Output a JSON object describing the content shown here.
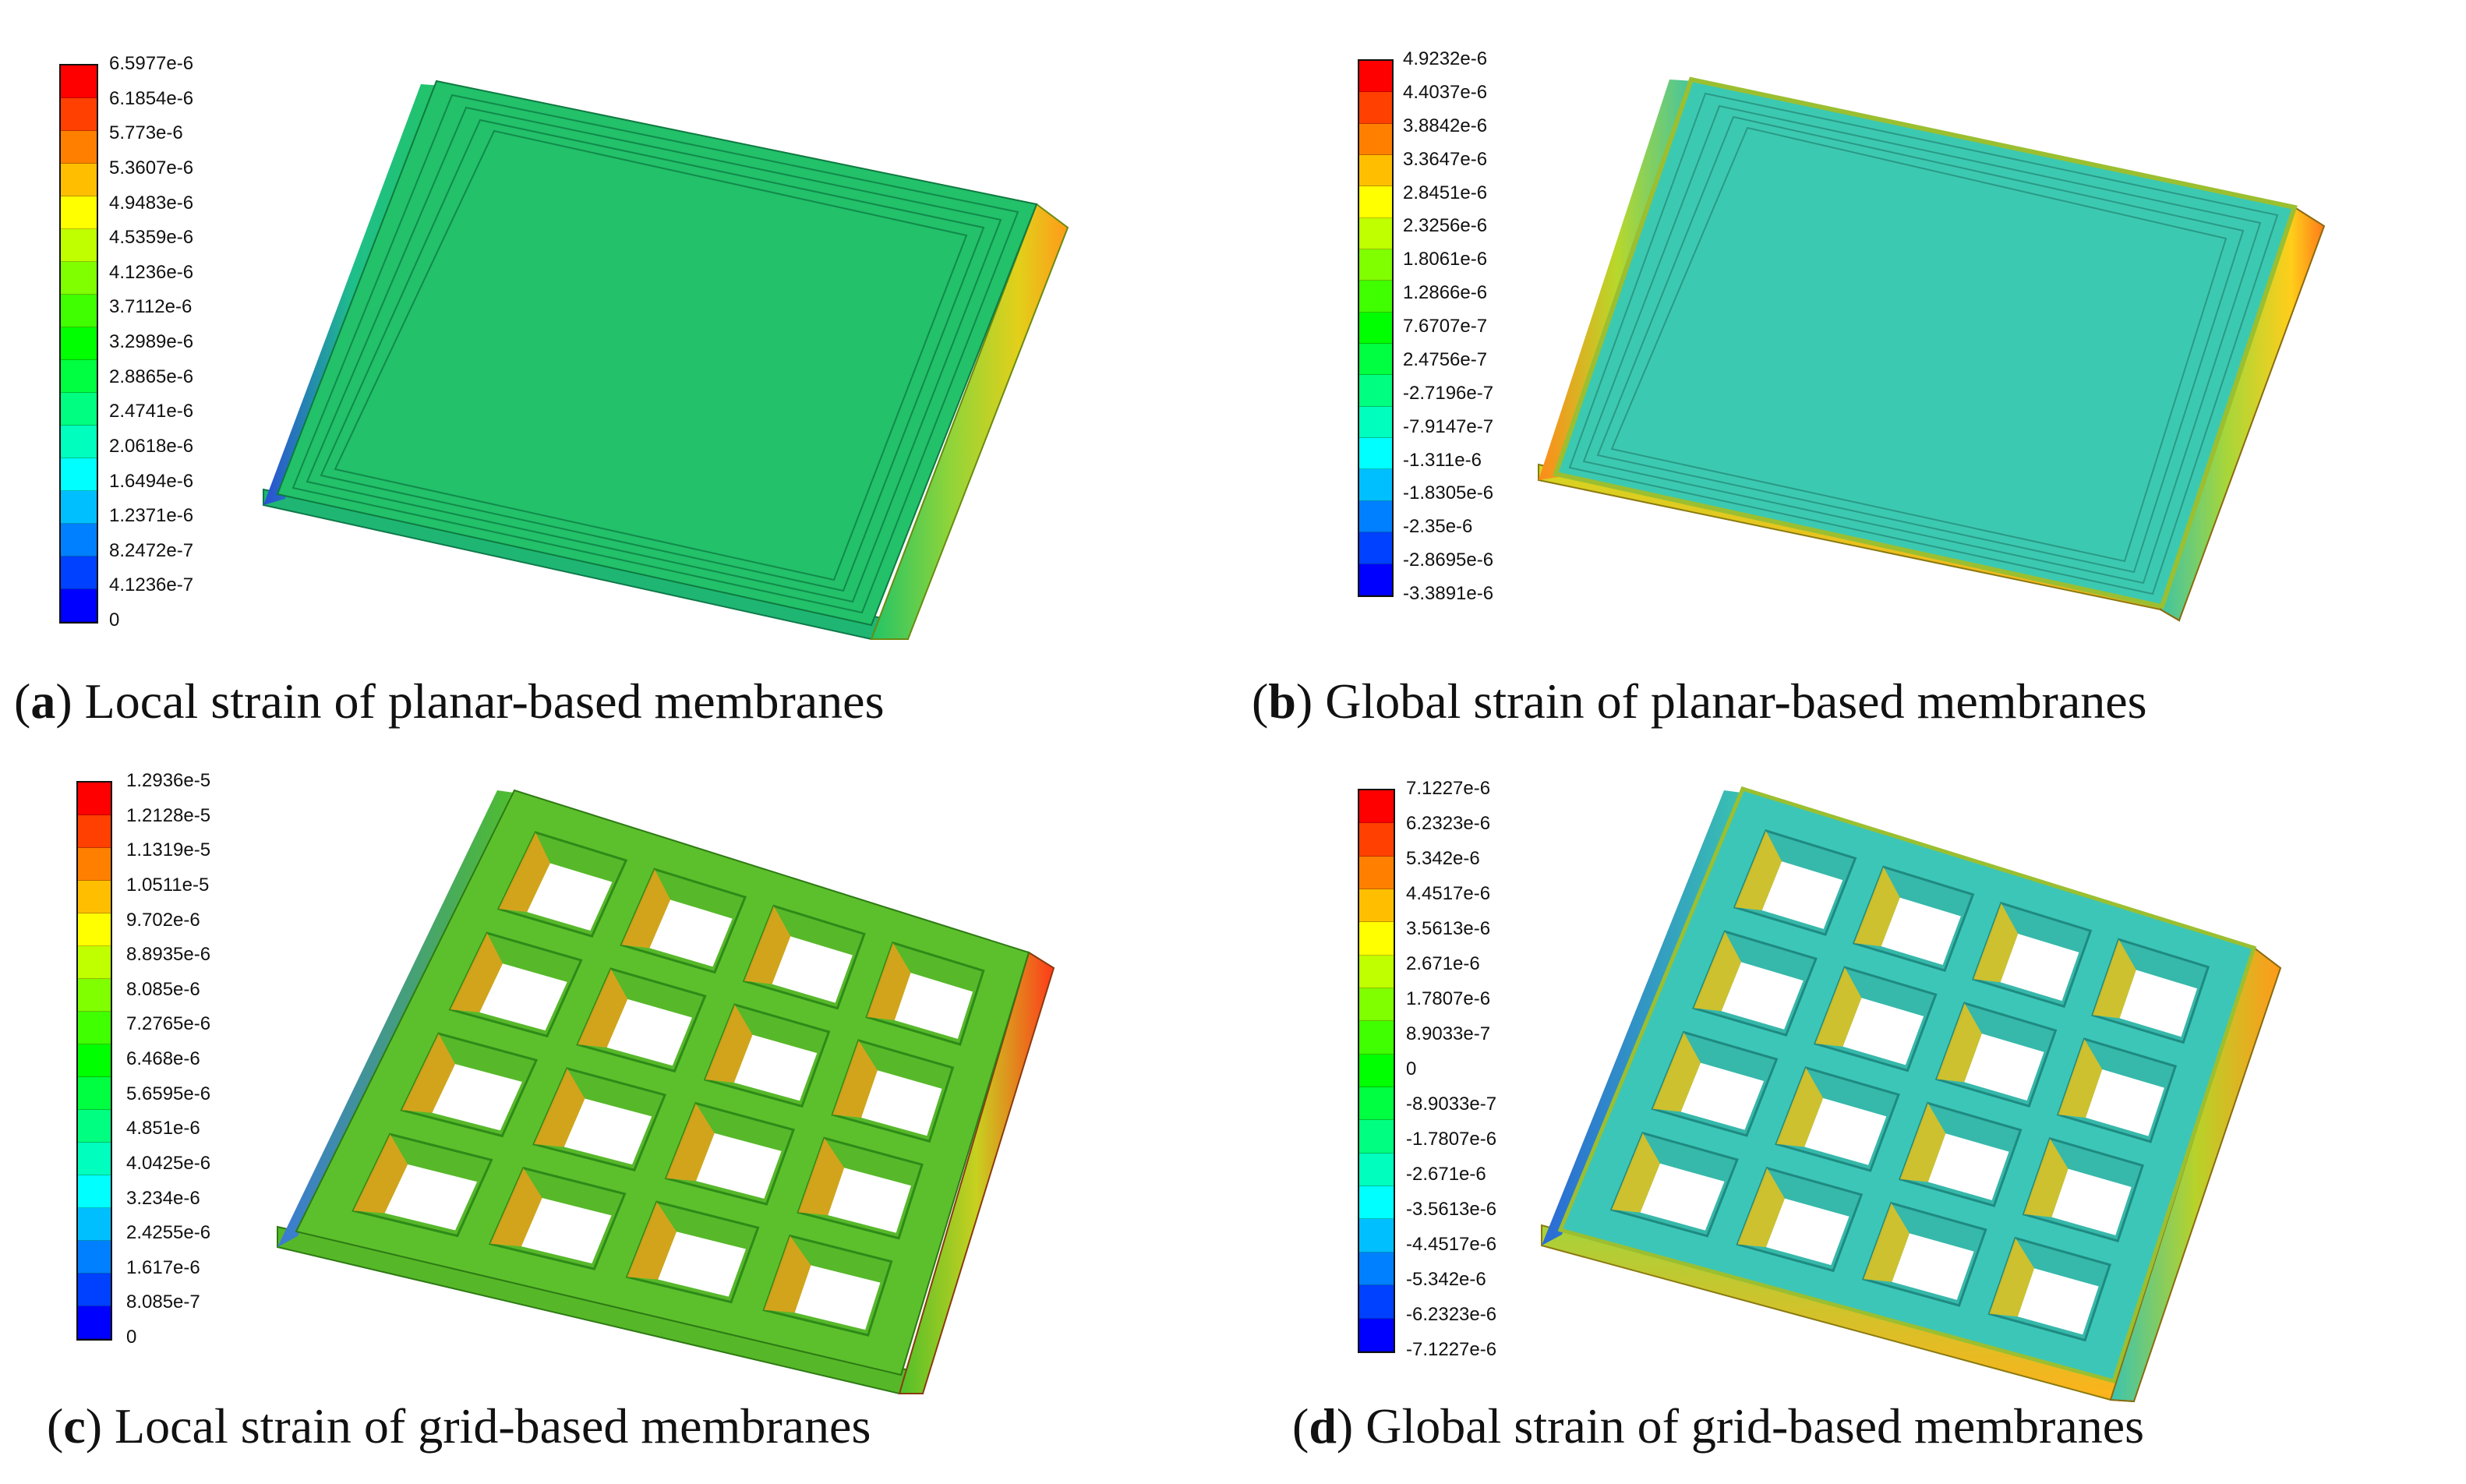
{
  "panels": [
    {
      "id": "a",
      "letter": "a",
      "caption": "Local strain of planar-based membranes",
      "legend": [
        "6.5977e-6",
        "6.1854e-6",
        "5.773e-6",
        "5.3607e-6",
        "4.9483e-6",
        "4.5359e-6",
        "4.1236e-6",
        "3.7112e-6",
        "3.2989e-6",
        "2.8865e-6",
        "2.4741e-6",
        "2.0618e-6",
        "1.6494e-6",
        "1.2371e-6",
        "8.2472e-7",
        "4.1236e-7",
        "0"
      ]
    },
    {
      "id": "b",
      "letter": "b",
      "caption": "Global strain of planar-based membranes",
      "legend": [
        "4.9232e-6",
        "4.4037e-6",
        "3.8842e-6",
        "3.3647e-6",
        "2.8451e-6",
        "2.3256e-6",
        "1.8061e-6",
        "1.2866e-6",
        "7.6707e-7",
        "2.4756e-7",
        "-2.7196e-7",
        "-7.9147e-7",
        "-1.311e-6",
        "-1.8305e-6",
        "-2.35e-6",
        "-2.8695e-6",
        "-3.3891e-6"
      ]
    },
    {
      "id": "c",
      "letter": "c",
      "caption": "Local strain of grid-based membranes",
      "legend": [
        "1.2936e-5",
        "1.2128e-5",
        "1.1319e-5",
        "1.0511e-5",
        "9.702e-6",
        "8.8935e-6",
        "8.085e-6",
        "7.2765e-6",
        "6.468e-6",
        "5.6595e-6",
        "4.851e-6",
        "4.0425e-6",
        "3.234e-6",
        "2.4255e-6",
        "1.617e-6",
        "8.085e-7",
        "0"
      ]
    },
    {
      "id": "d",
      "letter": "d",
      "caption": "Global strain of grid-based membranes",
      "legend": [
        "7.1227e-6",
        "6.2323e-6",
        "5.342e-6",
        "4.4517e-6",
        "3.5613e-6",
        "2.671e-6",
        "1.7807e-6",
        "8.9033e-7",
        "0",
        "-8.9033e-7",
        "-1.7807e-6",
        "-2.671e-6",
        "-3.5613e-6",
        "-4.4517e-6",
        "-5.342e-6",
        "-6.2323e-6",
        "-7.1227e-6"
      ]
    }
  ],
  "colormap": [
    "#ff0000",
    "#ff4000",
    "#ff8000",
    "#ffbf00",
    "#ffff00",
    "#bfff00",
    "#80ff00",
    "#40ff00",
    "#00ff00",
    "#00ff40",
    "#00ff80",
    "#00ffbf",
    "#00ffff",
    "#00bfff",
    "#0080ff",
    "#0040ff",
    "#0000ff"
  ]
}
